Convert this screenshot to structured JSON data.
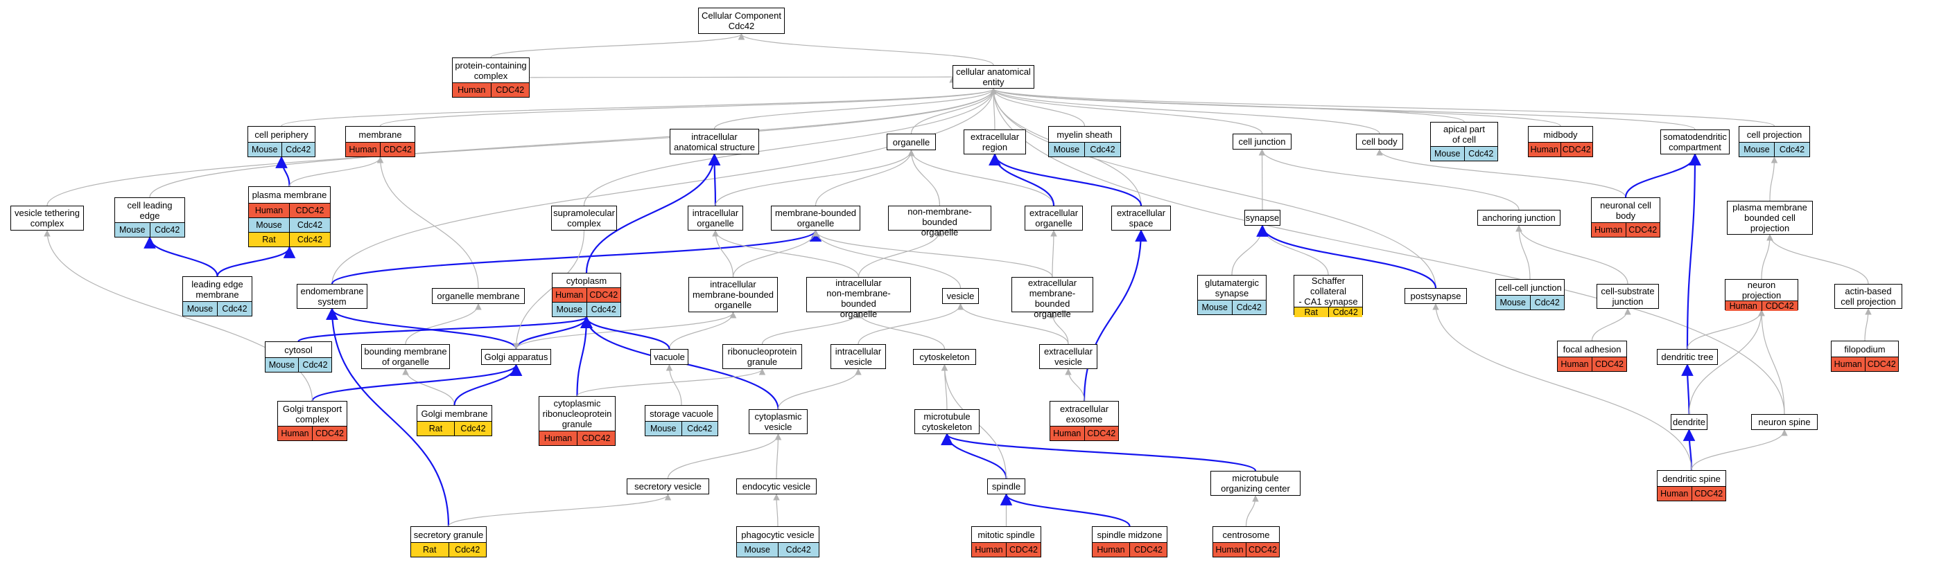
{
  "nodes": [
    {
      "id": "n_cc",
      "label": "Cellular Component\nCdc42",
      "rows": []
    },
    {
      "id": "n_pcc",
      "label": "protein-containing\ncomplex",
      "rows": [
        {
          "species": "Human",
          "gene": "CDC42"
        }
      ]
    },
    {
      "id": "n_cae",
      "label": "cellular anatomical\nentity",
      "rows": []
    },
    {
      "id": "n_cper",
      "label": "cell periphery",
      "rows": [
        {
          "species": "Mouse",
          "gene": "Cdc42"
        }
      ]
    },
    {
      "id": "n_mem",
      "label": "membrane",
      "rows": [
        {
          "species": "Human",
          "gene": "CDC42"
        }
      ]
    },
    {
      "id": "n_ias",
      "label": "intracellular\nanatomical structure",
      "rows": []
    },
    {
      "id": "n_org",
      "label": "organelle",
      "rows": []
    },
    {
      "id": "n_exr",
      "label": "extracellular\nregion",
      "rows": []
    },
    {
      "id": "n_mye",
      "label": "myelin sheath",
      "rows": [
        {
          "species": "Mouse",
          "gene": "Cdc42"
        }
      ]
    },
    {
      "id": "n_cj",
      "label": "cell junction",
      "rows": []
    },
    {
      "id": "n_cb",
      "label": "cell body",
      "rows": []
    },
    {
      "id": "n_apc",
      "label": "apical part\nof cell",
      "rows": [
        {
          "species": "Mouse",
          "gene": "Cdc42"
        }
      ]
    },
    {
      "id": "n_mid",
      "label": "midbody",
      "rows": [
        {
          "species": "Human",
          "gene": "CDC42"
        }
      ]
    },
    {
      "id": "n_sdc",
      "label": "somatodendritic\ncompartment",
      "rows": []
    },
    {
      "id": "n_cpj",
      "label": "cell projection",
      "rows": [
        {
          "species": "Mouse",
          "gene": "Cdc42"
        }
      ]
    },
    {
      "id": "n_vtc",
      "label": "vesicle tethering\ncomplex",
      "rows": []
    },
    {
      "id": "n_cle",
      "label": "cell leading\nedge",
      "rows": [
        {
          "species": "Mouse",
          "gene": "Cdc42"
        }
      ]
    },
    {
      "id": "n_pm",
      "label": "plasma membrane",
      "rows": [
        {
          "species": "Human",
          "gene": "CDC42"
        },
        {
          "species": "Mouse",
          "gene": "Cdc42"
        },
        {
          "species": "Rat",
          "gene": "Cdc42"
        }
      ]
    },
    {
      "id": "n_smc",
      "label": "supramolecular\ncomplex",
      "rows": []
    },
    {
      "id": "n_io",
      "label": "intracellular\norganelle",
      "rows": []
    },
    {
      "id": "n_mbo",
      "label": "membrane-bounded\norganelle",
      "rows": []
    },
    {
      "id": "n_nmbo",
      "label": "non-membrane-bounded\norganelle",
      "rows": []
    },
    {
      "id": "n_exo",
      "label": "extracellular\norganelle",
      "rows": []
    },
    {
      "id": "n_exs",
      "label": "extracellular\nspace",
      "rows": []
    },
    {
      "id": "n_syn",
      "label": "synapse",
      "rows": []
    },
    {
      "id": "n_aj",
      "label": "anchoring junction",
      "rows": []
    },
    {
      "id": "n_ncb",
      "label": "neuronal cell\nbody",
      "rows": [
        {
          "species": "Human",
          "gene": "CDC42"
        }
      ]
    },
    {
      "id": "n_pmbcp",
      "label": "plasma membrane\nbounded cell\nprojection",
      "rows": []
    },
    {
      "id": "n_lem",
      "label": "leading edge\nmembrane",
      "rows": [
        {
          "species": "Mouse",
          "gene": "Cdc42"
        }
      ]
    },
    {
      "id": "n_ems",
      "label": "endomembrane\nsystem",
      "rows": []
    },
    {
      "id": "n_om",
      "label": "organelle membrane",
      "rows": []
    },
    {
      "id": "n_cyt",
      "label": "cytoplasm",
      "rows": [
        {
          "species": "Human",
          "gene": "CDC42"
        },
        {
          "species": "Mouse",
          "gene": "Cdc42"
        }
      ]
    },
    {
      "id": "n_imbo",
      "label": "intracellular\nmembrane-bounded\norganelle",
      "rows": []
    },
    {
      "id": "n_inmbo",
      "label": "intracellular\nnon-membrane-bounded\norganelle",
      "rows": []
    },
    {
      "id": "n_ves",
      "label": "vesicle",
      "rows": []
    },
    {
      "id": "n_embo",
      "label": "extracellular\nmembrane-bounded\norganelle",
      "rows": []
    },
    {
      "id": "n_gls",
      "label": "glutamatergic\nsynapse",
      "rows": [
        {
          "species": "Mouse",
          "gene": "Cdc42"
        }
      ]
    },
    {
      "id": "n_sca",
      "label": "Schaffer collateral\n- CA1 synapse",
      "rows": [
        {
          "species": "Rat",
          "gene": "Cdc42"
        }
      ]
    },
    {
      "id": "n_psy",
      "label": "postsynapse",
      "rows": []
    },
    {
      "id": "n_ccj",
      "label": "cell-cell junction",
      "rows": [
        {
          "species": "Mouse",
          "gene": "Cdc42"
        }
      ]
    },
    {
      "id": "n_csj",
      "label": "cell-substrate\njunction",
      "rows": []
    },
    {
      "id": "n_np",
      "label": "neuron projection",
      "rows": [
        {
          "species": "Human",
          "gene": "CDC42"
        }
      ]
    },
    {
      "id": "n_abcp",
      "label": "actin-based\ncell projection",
      "rows": []
    },
    {
      "id": "n_cyto",
      "label": "cytosol",
      "rows": [
        {
          "species": "Mouse",
          "gene": "Cdc42"
        }
      ]
    },
    {
      "id": "n_bmo",
      "label": "bounding membrane\nof organelle",
      "rows": []
    },
    {
      "id": "n_ga",
      "label": "Golgi apparatus",
      "rows": []
    },
    {
      "id": "n_vac",
      "label": "vacuole",
      "rows": []
    },
    {
      "id": "n_rnpg",
      "label": "ribonucleoprotein\ngranule",
      "rows": []
    },
    {
      "id": "n_iv",
      "label": "intracellular\nvesicle",
      "rows": []
    },
    {
      "id": "n_csk",
      "label": "cytoskeleton",
      "rows": []
    },
    {
      "id": "n_exv",
      "label": "extracellular\nvesicle",
      "rows": []
    },
    {
      "id": "n_fa",
      "label": "focal adhesion",
      "rows": [
        {
          "species": "Human",
          "gene": "CDC42"
        }
      ]
    },
    {
      "id": "n_dt",
      "label": "dendritic tree",
      "rows": []
    },
    {
      "id": "n_fil",
      "label": "filopodium",
      "rows": [
        {
          "species": "Human",
          "gene": "CDC42"
        }
      ]
    },
    {
      "id": "n_gtc",
      "label": "Golgi transport\ncomplex",
      "rows": [
        {
          "species": "Human",
          "gene": "CDC42"
        }
      ]
    },
    {
      "id": "n_gm",
      "label": "Golgi membrane",
      "rows": [
        {
          "species": "Rat",
          "gene": "Cdc42"
        }
      ]
    },
    {
      "id": "n_crg",
      "label": "cytoplasmic\nribonucleoprotein\ngranule",
      "rows": [
        {
          "species": "Human",
          "gene": "CDC42"
        }
      ]
    },
    {
      "id": "n_sv",
      "label": "storage vacuole",
      "rows": [
        {
          "species": "Mouse",
          "gene": "Cdc42"
        }
      ]
    },
    {
      "id": "n_cv",
      "label": "cytoplasmic\nvesicle",
      "rows": []
    },
    {
      "id": "n_mtcs",
      "label": "microtubule\ncytoskeleton",
      "rows": []
    },
    {
      "id": "n_exx",
      "label": "extracellular\nexosome",
      "rows": [
        {
          "species": "Human",
          "gene": "CDC42"
        }
      ]
    },
    {
      "id": "n_den",
      "label": "dendrite",
      "rows": []
    },
    {
      "id": "n_ns",
      "label": "neuron spine",
      "rows": []
    },
    {
      "id": "n_secv",
      "label": "secretory vesicle",
      "rows": []
    },
    {
      "id": "n_endv",
      "label": "endocytic vesicle",
      "rows": []
    },
    {
      "id": "n_spi",
      "label": "spindle",
      "rows": []
    },
    {
      "id": "n_mtoc",
      "label": "microtubule\norganizing center",
      "rows": []
    },
    {
      "id": "n_ds",
      "label": "dendritic spine",
      "rows": [
        {
          "species": "Human",
          "gene": "CDC42"
        }
      ]
    },
    {
      "id": "n_sg",
      "label": "secretory granule",
      "rows": [
        {
          "species": "Rat",
          "gene": "Cdc42"
        }
      ]
    },
    {
      "id": "n_phv",
      "label": "phagocytic vesicle",
      "rows": [
        {
          "species": "Mouse",
          "gene": "Cdc42"
        }
      ]
    },
    {
      "id": "n_msp",
      "label": "mitotic spindle",
      "rows": [
        {
          "species": "Human",
          "gene": "CDC42"
        }
      ]
    },
    {
      "id": "n_smz",
      "label": "spindle midzone",
      "rows": [
        {
          "species": "Human",
          "gene": "CDC42"
        }
      ]
    },
    {
      "id": "n_cen",
      "label": "centrosome",
      "rows": [
        {
          "species": "Human",
          "gene": "CDC42"
        }
      ]
    }
  ],
  "edges": [
    [
      "n_pcc",
      "n_cc",
      "grey"
    ],
    [
      "n_cae",
      "n_cc",
      "grey"
    ],
    [
      "n_pcc",
      "n_cae",
      "grey"
    ],
    [
      "n_cper",
      "n_cae",
      "grey"
    ],
    [
      "n_mem",
      "n_cae",
      "grey"
    ],
    [
      "n_ias",
      "n_cae",
      "grey"
    ],
    [
      "n_org",
      "n_cae",
      "grey"
    ],
    [
      "n_exr",
      "n_cae",
      "grey"
    ],
    [
      "n_mye",
      "n_cae",
      "grey"
    ],
    [
      "n_cj",
      "n_cae",
      "grey"
    ],
    [
      "n_cb",
      "n_cae",
      "grey"
    ],
    [
      "n_apc",
      "n_cae",
      "grey"
    ],
    [
      "n_mid",
      "n_cae",
      "grey"
    ],
    [
      "n_sdc",
      "n_cae",
      "grey"
    ],
    [
      "n_cpj",
      "n_cae",
      "grey"
    ],
    [
      "n_vtc",
      "n_cae",
      "grey"
    ],
    [
      "n_cle",
      "n_cae",
      "grey"
    ],
    [
      "n_smc",
      "n_cae",
      "grey"
    ],
    [
      "n_exs",
      "n_cae",
      "grey"
    ],
    [
      "n_ems",
      "n_cae",
      "grey"
    ],
    [
      "n_psy",
      "n_cae",
      "grey"
    ],
    [
      "n_ns",
      "n_cae",
      "grey"
    ],
    [
      "n_pm",
      "n_cper",
      "blue"
    ],
    [
      "n_lem",
      "n_cle",
      "blue"
    ],
    [
      "n_lem",
      "n_pm",
      "blue"
    ],
    [
      "n_om",
      "n_mem",
      "grey"
    ],
    [
      "n_pm",
      "n_mem",
      "grey"
    ],
    [
      "n_io",
      "n_ias",
      "blue"
    ],
    [
      "n_cyt",
      "n_ias",
      "blue"
    ],
    [
      "n_io",
      "n_org",
      "grey"
    ],
    [
      "n_mbo",
      "n_org",
      "grey"
    ],
    [
      "n_nmbo",
      "n_org",
      "grey"
    ],
    [
      "n_exo",
      "n_org",
      "grey"
    ],
    [
      "n_exo",
      "n_exr",
      "blue"
    ],
    [
      "n_exs",
      "n_exr",
      "blue"
    ],
    [
      "n_syn",
      "n_cj",
      "grey"
    ],
    [
      "n_aj",
      "n_cj",
      "grey"
    ],
    [
      "n_ncb",
      "n_cb",
      "grey"
    ],
    [
      "n_ncb",
      "n_sdc",
      "blue"
    ],
    [
      "n_dt",
      "n_sdc",
      "blue"
    ],
    [
      "n_pmbcp",
      "n_cpj",
      "grey"
    ],
    [
      "n_np",
      "n_pmbcp",
      "grey"
    ],
    [
      "n_abcp",
      "n_pmbcp",
      "grey"
    ],
    [
      "n_ems",
      "n_mbo",
      "blue"
    ],
    [
      "n_imbo",
      "n_io",
      "grey"
    ],
    [
      "n_inmbo",
      "n_io",
      "grey"
    ],
    [
      "n_imbo",
      "n_mbo",
      "grey"
    ],
    [
      "n_embo",
      "n_mbo",
      "grey"
    ],
    [
      "n_ves",
      "n_mbo",
      "grey"
    ],
    [
      "n_inmbo",
      "n_nmbo",
      "grey"
    ],
    [
      "n_embo",
      "n_exo",
      "grey"
    ],
    [
      "n_exx",
      "n_exs",
      "blue"
    ],
    [
      "n_gls",
      "n_syn",
      "grey"
    ],
    [
      "n_sca",
      "n_syn",
      "grey"
    ],
    [
      "n_psy",
      "n_syn",
      "blue"
    ],
    [
      "n_ccj",
      "n_aj",
      "grey"
    ],
    [
      "n_csj",
      "n_aj",
      "grey"
    ],
    [
      "n_fa",
      "n_csj",
      "grey"
    ],
    [
      "n_fil",
      "n_abcp",
      "grey"
    ],
    [
      "n_bmo",
      "n_om",
      "grey"
    ],
    [
      "n_gm",
      "n_bmo",
      "grey"
    ],
    [
      "n_ga",
      "n_imbo",
      "grey"
    ],
    [
      "n_vac",
      "n_imbo",
      "grey"
    ],
    [
      "n_rnpg",
      "n_inmbo",
      "grey"
    ],
    [
      "n_csk",
      "n_inmbo",
      "grey"
    ],
    [
      "n_iv",
      "n_ves",
      "grey"
    ],
    [
      "n_exv",
      "n_ves",
      "grey"
    ],
    [
      "n_exv",
      "n_embo",
      "grey"
    ],
    [
      "n_ga",
      "n_ems",
      "blue"
    ],
    [
      "n_sg",
      "n_ems",
      "blue"
    ],
    [
      "n_ga",
      "n_cyt",
      "blue"
    ],
    [
      "n_cyto",
      "n_cyt",
      "blue"
    ],
    [
      "n_crg",
      "n_cyt",
      "blue"
    ],
    [
      "n_vac",
      "n_cyt",
      "blue"
    ],
    [
      "n_cv",
      "n_cyt",
      "blue"
    ],
    [
      "n_gtc",
      "n_ga",
      "blue"
    ],
    [
      "n_gm",
      "n_ga",
      "blue"
    ],
    [
      "n_gtc",
      "n_vtc",
      "grey"
    ],
    [
      "n_sv",
      "n_vac",
      "grey"
    ],
    [
      "n_crg",
      "n_rnpg",
      "grey"
    ],
    [
      "n_cv",
      "n_iv",
      "grey"
    ],
    [
      "n_secv",
      "n_cv",
      "grey"
    ],
    [
      "n_endv",
      "n_cv",
      "grey"
    ],
    [
      "n_sg",
      "n_secv",
      "grey"
    ],
    [
      "n_phv",
      "n_endv",
      "grey"
    ],
    [
      "n_mtcs",
      "n_csk",
      "grey"
    ],
    [
      "n_spi",
      "n_mtcs",
      "blue"
    ],
    [
      "n_mtoc",
      "n_mtcs",
      "blue"
    ],
    [
      "n_spi",
      "n_csk",
      "grey"
    ],
    [
      "n_msp",
      "n_spi",
      "grey"
    ],
    [
      "n_smz",
      "n_spi",
      "blue"
    ],
    [
      "n_cen",
      "n_mtoc",
      "grey"
    ],
    [
      "n_exx",
      "n_exv",
      "grey"
    ],
    [
      "n_den",
      "n_dt",
      "blue"
    ],
    [
      "n_den",
      "n_np",
      "grey"
    ],
    [
      "n_dt",
      "n_np",
      "grey"
    ],
    [
      "n_ds",
      "n_den",
      "blue"
    ],
    [
      "n_ds",
      "n_ns",
      "grey"
    ],
    [
      "n_ds",
      "n_psy",
      "grey"
    ],
    [
      "n_ns",
      "n_np",
      "grey"
    ],
    [
      "n_smc",
      "n_ga",
      "grey"
    ]
  ],
  "colors": {
    "grey_edge": "#b3b3b3",
    "blue_edge": "#1515ee",
    "Human": "#f05a3c",
    "Mouse": "#a8d8e8",
    "Rat": "#ffd11a"
  }
}
